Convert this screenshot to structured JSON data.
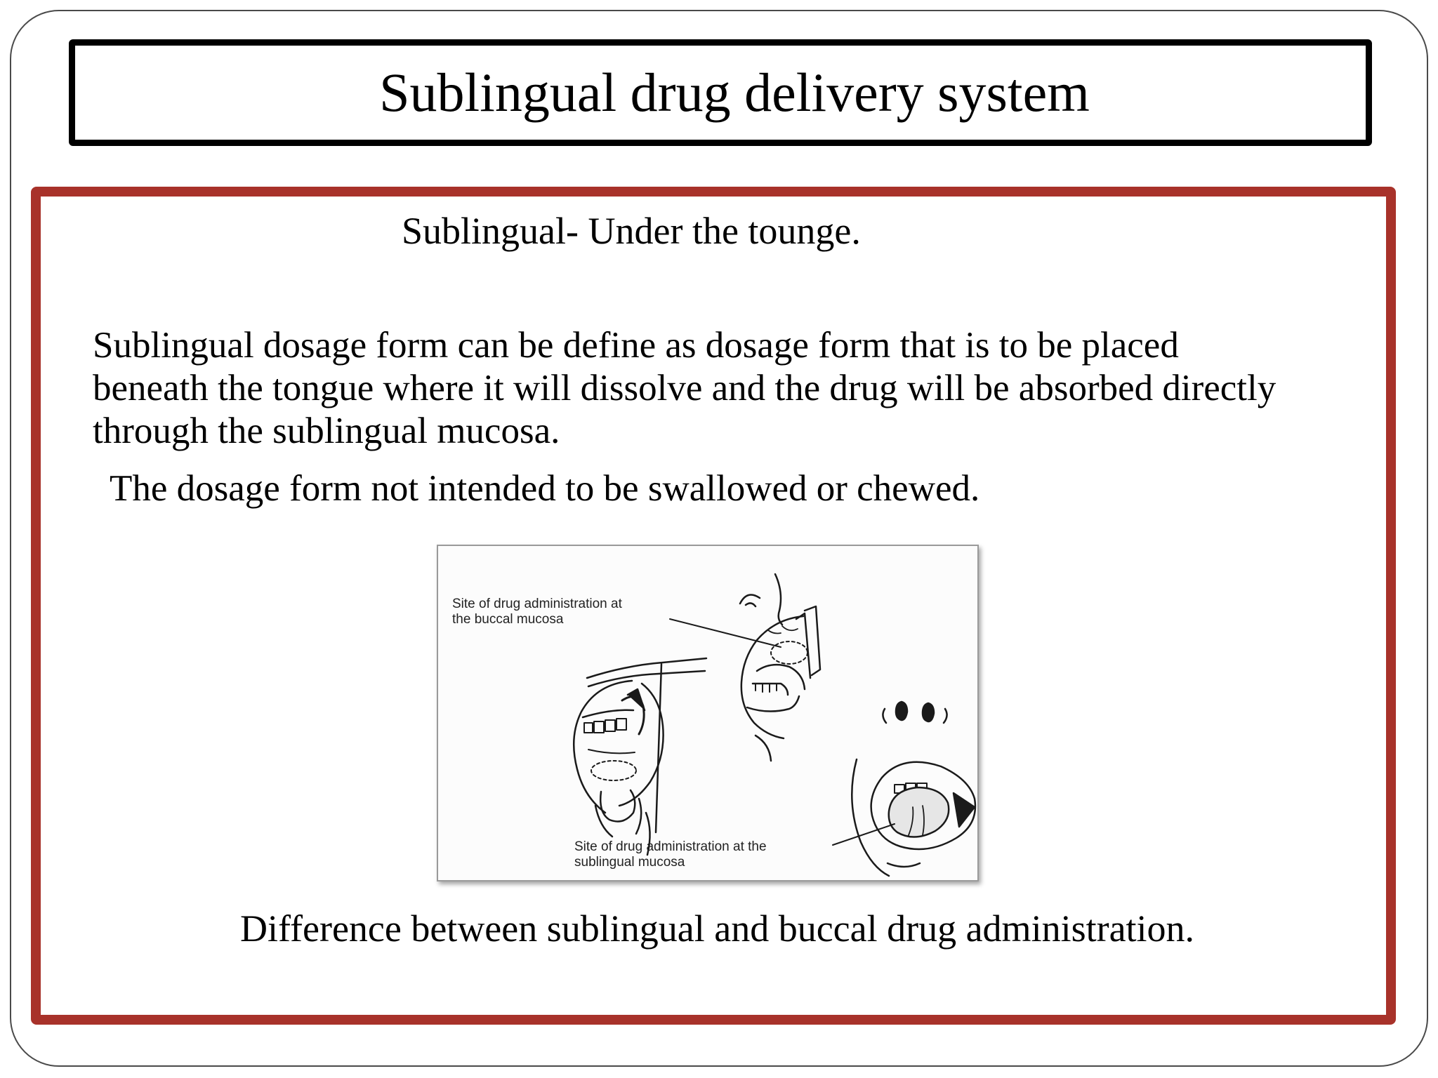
{
  "slide": {
    "title": "Sublingual drug delivery system",
    "definition": "Sublingual-  Under the tounge.",
    "paragraph_lines": [
      " Sublingual dosage form can be define as dosage form that is to be placed",
      "beneath the tongue where it will dissolve and the drug will be absorbed directly",
      "through the sublingual mucosa."
    ],
    "note": "The dosage form not intended to be  swallowed or chewed.",
    "figure": {
      "label_buccal_lines": [
        "Site of drug administration at",
        "the buccal mucosa"
      ],
      "label_sublingual_lines": [
        "Site of drug administration at the",
        "sublingual mucosa"
      ]
    },
    "caption": "Difference between sublingual and  buccal drug administration."
  },
  "colors": {
    "content_border": "#a8322a",
    "title_border": "#000000"
  }
}
